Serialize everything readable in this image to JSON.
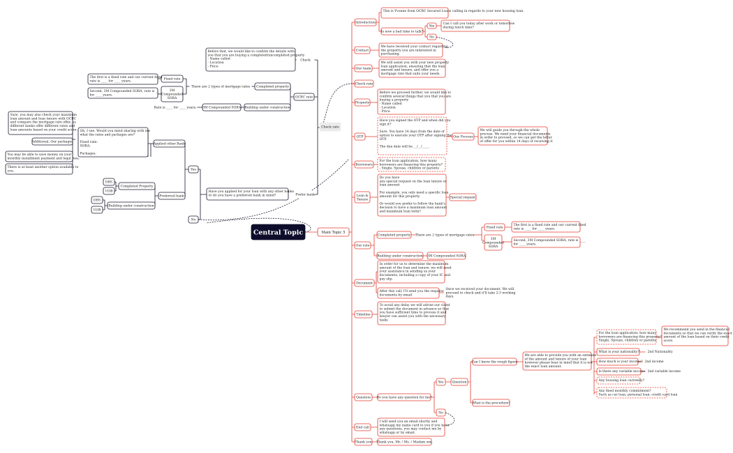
{
  "colors": {
    "red": "#e23b2e",
    "dark": "#1a1a2e",
    "dash": "#555555",
    "central_bg": "#0d0d2b"
  },
  "central": "Central Topic",
  "main_topic": "Main Topic 5",
  "right": {
    "introduction": {
      "label": "Introduction",
      "items": [
        "This is Yvonne from OCBC Secured Loans calling in regards to your new housing loan.",
        "Is now a bad time to talk?"
      ],
      "yes": "Yes",
      "yes_reply": [
        "Can I call you today after work or tomorrow",
        "during lunch time?"
      ],
      "no": "No"
    },
    "contact": {
      "label": "Contact",
      "text": [
        "We have received your contact regarding",
        "the property you are interested in",
        "purchasing."
      ]
    },
    "our_team": {
      "label": "Our team",
      "text": [
        "We will assist you with your new property",
        "loan application, ensuring that the loan",
        "amount and tenure, and offer you a",
        "mortgage rate that suits your needs."
      ]
    },
    "check_rate": {
      "label": "Check rate"
    },
    "property": {
      "label": "Property",
      "text": [
        "Before we proceed further, we would like to",
        "confirm several things that you that you are",
        "buying a property",
        "- Name called",
        "- Location",
        "- Price"
      ]
    },
    "otp": {
      "label": "OTP",
      "text": [
        "Have you signed the OTP and when did you",
        "sign it?",
        "",
        "Sure. You have 14 days from the date of",
        "option to execute your OTP after signing the",
        "OTP.",
        "",
        "The due date will be __/__/____."
      ],
      "process_label": "Our Process",
      "process_text": [
        "We will guide you through the whole",
        "process. We need your financial documents",
        "in order to proceed, so we can get the letter",
        "of offer for you within 14 days of receiving it"
      ]
    },
    "borrowers": {
      "label": "Borrowers",
      "text": [
        "For the loan application, how many",
        "borrowers are financing this property?",
        "- Single, Spouse, children or parents"
      ]
    },
    "loan_tenure": {
      "label": [
        "Loan &",
        "Tenure"
      ],
      "text": [
        "Do you have",
        "any special request on the loan tenure or",
        "loan amount",
        "",
        "For example, you only need a specific loan",
        "amount for this property.",
        "",
        "Or would you prefer to follow the bank's",
        "decision to have a maximum loan amount",
        "and maximum loan term?"
      ],
      "special": "Special request"
    },
    "our_rate": {
      "label": "Our rate",
      "completed": "Completed property",
      "two_types": "There are 2 types of mortgage rates",
      "fixed": "Fixed rate",
      "fixed_text": [
        "The first is a fixed rate and our current fixed",
        "rate is ____ for ____ years."
      ],
      "sora": [
        "3M",
        "Compounded",
        "SORA"
      ],
      "sora_text": [
        "Second, 3M Compounded SORA, rate is ____",
        "for ____ years."
      ],
      "building": "Building under construction",
      "building_sora": "3M Compounded SORA"
    },
    "document": {
      "label": "Document",
      "text": [
        "In order for us to determine the maximum",
        "amount of the loan and tenure, we will need",
        "your assistance in sending us your",
        "documents, including a copy of your IC and",
        "pay slip."
      ],
      "sub": [
        "After this call, I'll send you the required",
        "documents by email"
      ],
      "sub2": [
        "Once we received your document. We will",
        "proceed to check and it'll take 2-3 working",
        "days."
      ]
    },
    "timeline": {
      "label": "Timeline",
      "text": [
        "To avoid any delay we will advise our client",
        "to submit the document in advance so that",
        "you have sufficient time to process it and",
        "lawyer can assist you with the necessary",
        "tasks"
      ]
    },
    "question": {
      "label": "Question",
      "ask": "Do you have any question for me?",
      "yes": "Yes",
      "no": "No",
      "q": "Question",
      "rough": "Can I know the rough figure",
      "procedure": "What is the procedure?",
      "estimate": [
        "We are able to provide you with an estimate",
        "of the amount and tenure of your loan",
        "however please bear in mind that it is not",
        "the exact loan amount."
      ],
      "q1": [
        "For the loan application: how many",
        "borrowers are financing this property?",
        "Single, Spouse, children or parents"
      ],
      "q1_reply": [
        "We recommend you send in the financial",
        "documents so that we can verify the exact",
        "amount of the loan based on their credit",
        "score."
      ],
      "q2": "What is your nationality?",
      "q2_r": "2nd Nationality",
      "q3": "How much is your income?",
      "q3_r": "2nd income",
      "q4": "Is there any variable income?",
      "q4_r": "2nd variable income",
      "q5": "Any housing loan currently?",
      "q6": [
        "Any fixed monthly commitment?",
        "Such as car loan, personal loan, credit card loan"
      ]
    },
    "end_call": {
      "label": "End call",
      "text": [
        "I will send you an email shortly and",
        "whatsapp my name card to you if you have",
        "any questions, you may contact me by",
        "whatsapp or by email."
      ]
    },
    "thank_you": {
      "label": "Thank you",
      "text": "Thank you, Mr. / Ms. / Madam xxx."
    }
  },
  "left": {
    "check_rate": "Check rate",
    "check": "Check",
    "check_text": [
      "Before that, we would like to confirm the details with",
      "you that you are buying a completed/uncompleted property",
      "- Name called",
      "- Location",
      "- Price"
    ],
    "ocbc_rate": "OCBC rate",
    "completed": "Completed property",
    "two_types": "There are 2 types of mortgage rates",
    "fixed": "Fixed rate",
    "fixed_text": [
      "The first is a fixed rate and our current fixed",
      "rate is ____ for ____ years."
    ],
    "sora": [
      "3M",
      "Compounded",
      "SORA"
    ],
    "sora_text": [
      "Second, 3M Compounded SORA, rate is ____",
      "for ____ years."
    ],
    "building": "Building under construction",
    "building_sora": "3M Compounded SORA",
    "building_rate": "Rate is ____ for ____ years.",
    "prefer_bank": "Prefer bank",
    "prefer_q": [
      "Have you applied for your loan with any other banks",
      "or do you have a preferred bank in mind?"
    ],
    "yes": "Yes",
    "no": "No",
    "applied": "Applied other Bank",
    "applied_text": [
      "Oh, I see. Would you mind sharing with me",
      "what the rates and packages are?",
      "",
      "Fixed rate:",
      "SORA:",
      "",
      "Packages:"
    ],
    "also_check": [
      "Sure, you may also check your maximum",
      "loan amount and loan tenure with OCBC",
      "and compare the mortgage rate offer, as",
      "different banks offer different rates and",
      "loan amounts based on your credit score."
    ],
    "additional": "Additional, Our packages",
    "save_money": [
      "You may be able to save money on your",
      "monthly installment payment and legal fees."
    ],
    "another_option": [
      "There is at least another option available to",
      "you."
    ],
    "preferred": "Preferred bank",
    "pref_completed": "Completed Property",
    "pref_building": "Building under construction",
    "dbs": "DBS",
    "uob": "UOB"
  }
}
